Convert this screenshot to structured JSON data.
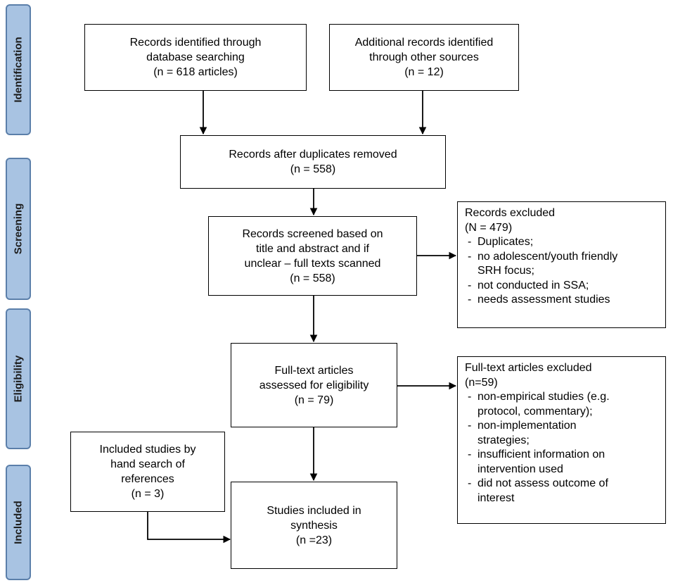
{
  "phases": [
    "Identification",
    "Screening",
    "Eligibility",
    "Included"
  ],
  "boxes": {
    "database": [
      "Records identified through",
      "database searching",
      "(n = 618 articles)"
    ],
    "other": [
      "Additional records identified",
      "through other sources",
      "(n = 12)"
    ],
    "duplicates": [
      "Records after duplicates removed",
      "(n = 558)"
    ],
    "screened": [
      "Records screened based on",
      "title and abstract and if",
      "unclear – full texts scanned",
      "(n = 558)"
    ],
    "fulltext": [
      "Full-text articles",
      "assessed for eligibility",
      "(n = 79)"
    ],
    "hand": [
      "Included studies by",
      "hand search of",
      "references",
      "(n = 3)"
    ],
    "included": [
      "Studies included in",
      "synthesis",
      "(n =23)"
    ]
  },
  "records_excluded": {
    "title": "Records excluded",
    "count": "(N = 479)",
    "items": [
      [
        "Duplicates;"
      ],
      [
        "no adolescent/youth friendly",
        "SRH focus;"
      ],
      [
        "not conducted in SSA;"
      ],
      [
        "needs assessment studies"
      ]
    ]
  },
  "fulltext_excluded": {
    "title": "Full-text articles excluded",
    "count": "(n=59)",
    "items": [
      [
        "non-empirical studies (e.g.",
        "protocol, commentary);"
      ],
      [
        "non-implementation",
        "strategies;"
      ],
      [
        "insufficient information on",
        "intervention used"
      ],
      [
        "did not assess outcome of",
        "interest"
      ]
    ]
  }
}
